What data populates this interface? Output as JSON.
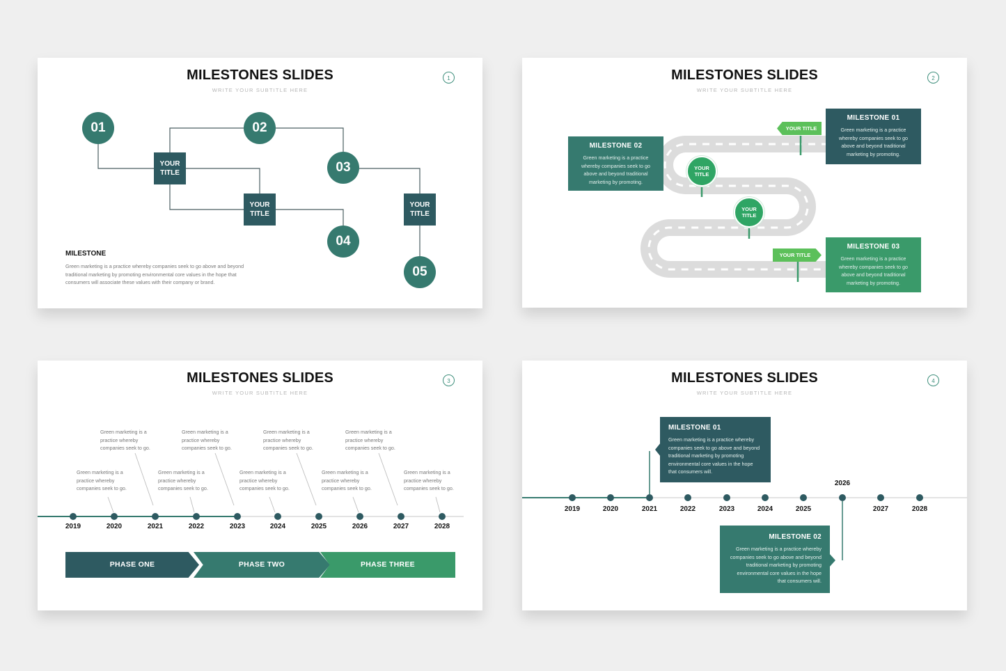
{
  "slide1": {
    "title": "MILESTONES SLIDES",
    "subtitle": "WRITE YOUR SUBTITLE HERE",
    "page": "1",
    "nodes": [
      "01",
      "02",
      "03",
      "04",
      "05"
    ],
    "box_lines": [
      "YOUR",
      "TITLE"
    ],
    "milestone_heading": "MILESTONE",
    "milestone_text": "Green marketing is a practice whereby companies seek to go above and beyond traditional marketing by promoting environmental core values in the hope that consumers will associate these values with their company or brand."
  },
  "slide2": {
    "title": "MILESTONES SLIDES",
    "subtitle": "WRITE YOUR SUBTITLE HERE",
    "page": "2",
    "milestone_01": {
      "heading": "MILESTONE 01",
      "text": "Green marketing is a practice whereby companies seek to go above and beyond traditional marketing by promoting."
    },
    "milestone_02": {
      "heading": "MILESTONE 02",
      "text": "Green marketing is a practice whereby companies seek to go above and beyond traditional marketing by promoting."
    },
    "milestone_03": {
      "heading": "MILESTONE 03",
      "text": "Green marketing is a practice whereby companies seek to go above and beyond traditional marketing by promoting."
    },
    "flag_label": "YOUR TITLE",
    "pin_line1": "YOUR",
    "pin_line2": "TITLE"
  },
  "slide3": {
    "title": "MILESTONES SLIDES",
    "subtitle": "WRITE YOUR SUBTITLE HERE",
    "page": "3",
    "years": [
      "2019",
      "2020",
      "2021",
      "2022",
      "2023",
      "2024",
      "2025",
      "2026",
      "2027",
      "2028"
    ],
    "note_line1": "Green marketing is a",
    "note_line2": "practice whereby",
    "note_line3": "companies seek to go.",
    "phases": [
      "PHASE ONE",
      "PHASE TWO",
      "PHASE THREE"
    ]
  },
  "slide4": {
    "title": "MILESTONES SLIDES",
    "subtitle": "WRITE YOUR SUBTITLE HERE",
    "page": "4",
    "years": [
      "2019",
      "2020",
      "2021",
      "2022",
      "2023",
      "2024",
      "2025",
      "2026",
      "2027",
      "2028"
    ],
    "milestone_01": {
      "heading": "MILESTONE 01",
      "text": "Green marketing is a practice whereby companies seek to go above and beyond traditional marketing by promoting environmental core values in the hope that consumers will."
    },
    "milestone_02": {
      "heading": "MILESTONE 02",
      "text": "Green marketing is a practice whereby companies seek to go above and beyond traditional marketing by promoting environmental core values in the hope that consumers will."
    }
  },
  "colors": {
    "dark_slate": "#2e5a61",
    "teal": "#367a6f",
    "green": "#3a9a6a",
    "bright_green": "#5cc05a",
    "road": "#dcdcdc"
  }
}
